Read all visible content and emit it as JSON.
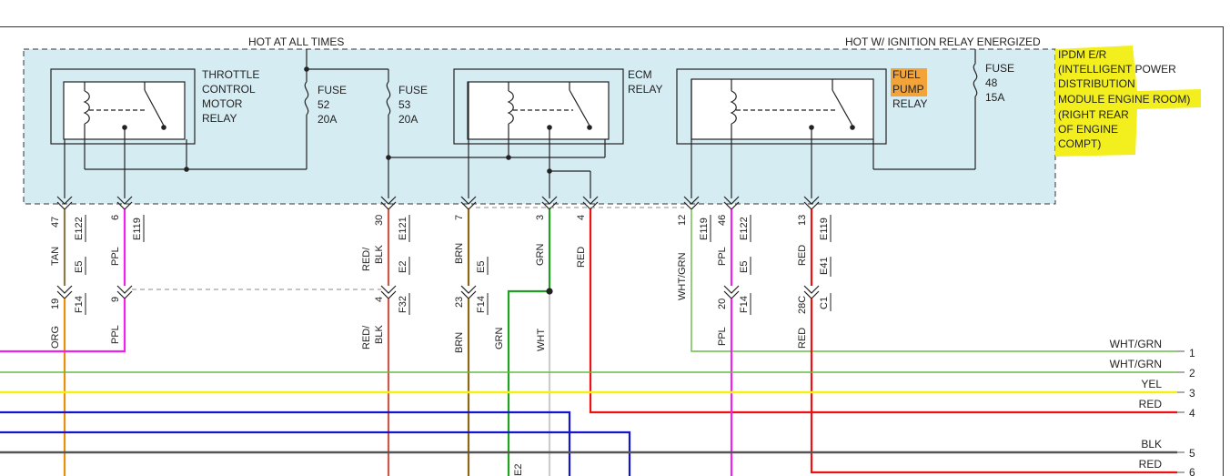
{
  "labels": {
    "hot_always": "HOT AT ALL TIMES",
    "hot_ign": "HOT W/ IGNITION RELAY ENERGIZED",
    "tcm_relay": [
      "THROTTLE",
      "CONTROL",
      "MOTOR",
      "RELAY"
    ],
    "fuse52": [
      "FUSE",
      "52",
      "20A"
    ],
    "fuse53": [
      "FUSE",
      "53",
      "20A"
    ],
    "ecm_relay": [
      "ECM",
      "RELAY"
    ],
    "fuel_pump_relay": [
      "FUEL",
      "PUMP",
      "RELAY"
    ],
    "fuse48": [
      "FUSE",
      "48",
      "15A"
    ],
    "ipdm": [
      "IPDM E/R",
      "(INTELLIGENT POWER",
      "DISTRIBUTION",
      "MODULE ENGINE ROOM)",
      "(RIGHT REAR",
      "OF ENGINE",
      "COMPT)"
    ]
  },
  "pins": [
    {
      "num": "47",
      "conn": "E122",
      "color": "TAN",
      "conn2": "E5",
      "num2": "19",
      "conn3": "F14",
      "color2": "ORG"
    },
    {
      "num": "6",
      "conn": "E119",
      "color": "PPL",
      "num2": "9",
      "color2": "PPL"
    },
    {
      "num": "30",
      "conn": "E121",
      "color": [
        "RED/",
        "BLK"
      ],
      "conn2": "E2",
      "num2": "4",
      "conn3": "F32",
      "color2": [
        "RED/",
        "BLK"
      ]
    },
    {
      "num": "7",
      "color": "BRN",
      "conn2": "E5",
      "num2": "23",
      "conn3": "F14",
      "color2": "BRN"
    },
    {
      "num": "3",
      "color": "GRN",
      "color2a": "GRN",
      "color2b": "WHT"
    },
    {
      "num": "4",
      "color": "RED"
    },
    {
      "num": "12",
      "conn": "E119",
      "color": "WHT/GRN"
    },
    {
      "num": "46",
      "conn": "E122",
      "color": "PPL",
      "conn2": "E5",
      "num2": "20",
      "conn3": "F14",
      "color2": "PPL"
    },
    {
      "num": "13",
      "conn": "E119",
      "color": "RED",
      "conn2": "E41",
      "num2": "28C",
      "conn3": "C1",
      "color2": "RED"
    }
  ],
  "right_wires": [
    {
      "label": "WHT/GRN",
      "num": "1"
    },
    {
      "label": "WHT/GRN",
      "num": "2"
    },
    {
      "label": "YEL",
      "num": "3"
    },
    {
      "label": "RED",
      "num": "4"
    },
    {
      "label": "BLK",
      "num": "5"
    },
    {
      "label": "RED",
      "num": "6"
    }
  ],
  "e2_label": "E2",
  "colors": {
    "module_fill": "#d6ecf3",
    "tan": "#8b7a4a",
    "org": "#e8900c",
    "ppl": "#ee22ee",
    "red": "#ee1111",
    "redblk": "#c8584a",
    "brn": "#8b6914",
    "grn": "#22a022",
    "wht": "#cccccc",
    "whtgrn": "#66bb44",
    "yel": "#f5f010",
    "blu": "#1515cc",
    "blk": "#555555",
    "highlight": "#f3ef1f"
  }
}
